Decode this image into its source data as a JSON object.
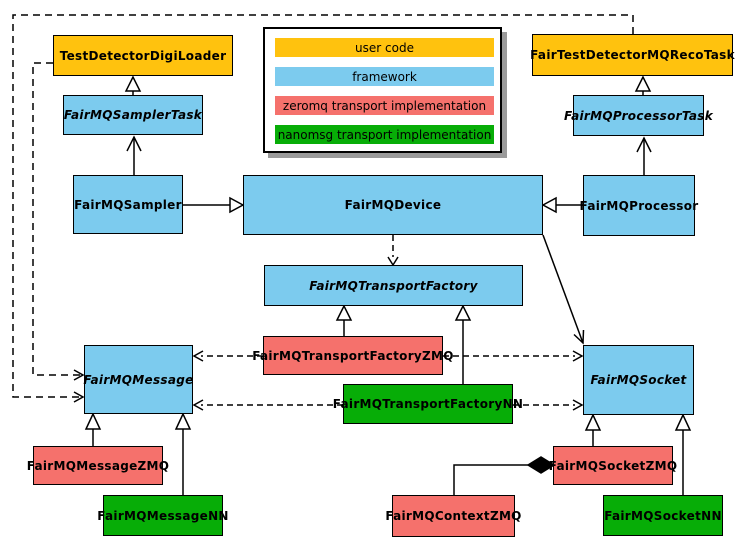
{
  "diagram": {
    "kind": "uml-class-diagram",
    "background": "#ffffff",
    "line_color": "#000000"
  },
  "legend": {
    "items": [
      {
        "label": "user code",
        "color": "#FFC20E"
      },
      {
        "label": "framework",
        "color": "#7CCBEE"
      },
      {
        "label": "zeromq transport implementation",
        "color": "#F5716C"
      },
      {
        "label": "nanomsg transport implementation",
        "color": "#07AD07"
      }
    ]
  },
  "nodes": {
    "digiLoader": {
      "label": "TestDetectorDigiLoader",
      "category": "user code",
      "abstract": false
    },
    "recoTask": {
      "label": "FairTestDetectorMQRecoTask",
      "category": "user code",
      "abstract": false
    },
    "samplerTask": {
      "label": "FairMQSamplerTask",
      "category": "framework",
      "abstract": true
    },
    "processorTask": {
      "label": "FairMQProcessorTask",
      "category": "framework",
      "abstract": true
    },
    "sampler": {
      "label": "FairMQSampler",
      "category": "framework",
      "abstract": false
    },
    "device": {
      "label": "FairMQDevice",
      "category": "framework",
      "abstract": false
    },
    "processor": {
      "label": "FairMQProcessor",
      "category": "framework",
      "abstract": false
    },
    "transportFactory": {
      "label": "FairMQTransportFactory",
      "category": "framework",
      "abstract": true
    },
    "message": {
      "label": "FairMQMessage",
      "category": "framework",
      "abstract": true
    },
    "socket": {
      "label": "FairMQSocket",
      "category": "framework",
      "abstract": true
    },
    "transportFactoryZMQ": {
      "label": "FairMQTransportFactoryZMQ",
      "category": "zeromq",
      "abstract": false
    },
    "transportFactoryNN": {
      "label": "FairMQTransportFactoryNN",
      "category": "nanomsg",
      "abstract": false
    },
    "messageZMQ": {
      "label": "FairMQMessageZMQ",
      "category": "zeromq",
      "abstract": false
    },
    "messageNN": {
      "label": "FairMQMessageNN",
      "category": "nanomsg",
      "abstract": false
    },
    "contextZMQ": {
      "label": "FairMQContextZMQ",
      "category": "zeromq",
      "abstract": false
    },
    "socketZMQ": {
      "label": "FairMQSocketZMQ",
      "category": "zeromq",
      "abstract": false
    },
    "socketNN": {
      "label": "FairMQSocketNN",
      "category": "nanomsg",
      "abstract": false
    }
  },
  "relationships": [
    {
      "from": "FairMQSamplerTask",
      "to": "TestDetectorDigiLoader",
      "style": "solid",
      "head": "hollow-triangle"
    },
    {
      "from": "FairMQSampler",
      "to": "FairMQSamplerTask",
      "style": "solid",
      "head": "open-arrow"
    },
    {
      "from": "FairMQSampler",
      "to": "FairMQDevice",
      "style": "solid",
      "head": "hollow-triangle"
    },
    {
      "from": "FairMQProcessorTask",
      "to": "FairTestDetectorMQRecoTask",
      "style": "solid",
      "head": "hollow-triangle"
    },
    {
      "from": "FairMQProcessor",
      "to": "FairMQProcessorTask",
      "style": "solid",
      "head": "open-arrow"
    },
    {
      "from": "FairMQProcessor",
      "to": "FairMQDevice",
      "style": "solid",
      "head": "hollow-triangle"
    },
    {
      "from": "FairMQDevice",
      "to": "FairMQTransportFactory",
      "style": "dashed",
      "head": "open-arrow"
    },
    {
      "from": "FairMQDevice",
      "to": "FairMQSocket",
      "style": "solid",
      "head": "open-arrow"
    },
    {
      "from": "FairTestDetectorMQRecoTask",
      "to": "FairMQMessage",
      "style": "dashed",
      "head": "open-arrow"
    },
    {
      "from": "TestDetectorDigiLoader",
      "to": "FairMQMessage",
      "style": "dashed",
      "head": "open-arrow"
    },
    {
      "from": "FairMQTransportFactoryZMQ",
      "to": "FairMQTransportFactory",
      "style": "solid",
      "head": "hollow-triangle"
    },
    {
      "from": "FairMQTransportFactoryNN",
      "to": "FairMQTransportFactory",
      "style": "solid",
      "head": "hollow-triangle"
    },
    {
      "from": "FairMQTransportFactoryZMQ",
      "to": "FairMQMessage",
      "style": "dashed",
      "head": "open-arrow"
    },
    {
      "from": "FairMQTransportFactoryZMQ",
      "to": "FairMQSocket",
      "style": "dashed",
      "head": "open-arrow"
    },
    {
      "from": "FairMQTransportFactoryNN",
      "to": "FairMQMessage",
      "style": "dashed",
      "head": "open-arrow"
    },
    {
      "from": "FairMQTransportFactoryNN",
      "to": "FairMQSocket",
      "style": "dashed",
      "head": "open-arrow"
    },
    {
      "from": "FairMQMessageZMQ",
      "to": "FairMQMessage",
      "style": "solid",
      "head": "hollow-triangle"
    },
    {
      "from": "FairMQMessageNN",
      "to": "FairMQMessage",
      "style": "solid",
      "head": "hollow-triangle"
    },
    {
      "from": "FairMQSocketZMQ",
      "to": "FairMQSocket",
      "style": "solid",
      "head": "hollow-triangle"
    },
    {
      "from": "FairMQSocketNN",
      "to": "FairMQSocket",
      "style": "solid",
      "head": "hollow-triangle"
    },
    {
      "from": "FairMQContextZMQ",
      "to": "FairMQSocketZMQ",
      "style": "solid",
      "head": "filled-diamond"
    }
  ]
}
